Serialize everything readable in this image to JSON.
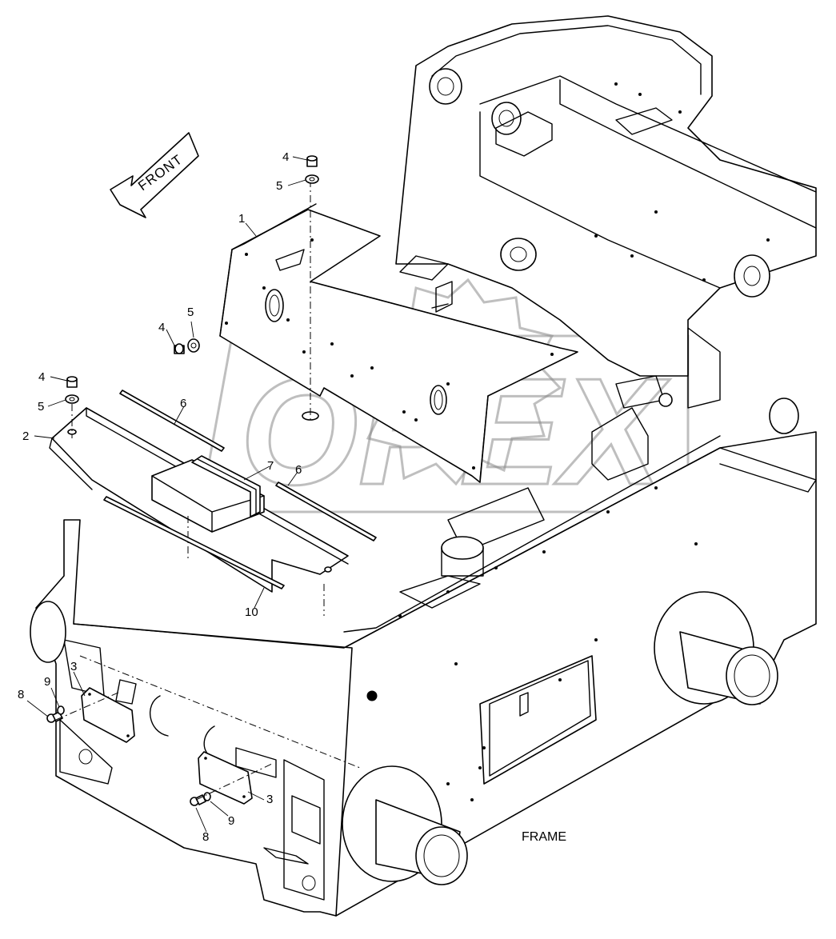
{
  "diagram": {
    "front_label": "FRONT",
    "frame_label": "FRAME",
    "watermark": "OPEX",
    "callouts": {
      "c1": "1",
      "c2": "2",
      "c3a": "3",
      "c3b": "3",
      "c4a": "4",
      "c4b": "4",
      "c4c": "4",
      "c5a": "5",
      "c5b": "5",
      "c5c": "5",
      "c6a": "6",
      "c6b": "6",
      "c7": "7",
      "c8a": "8",
      "c8b": "8",
      "c9a": "9",
      "c9b": "9",
      "c10": "10"
    }
  }
}
